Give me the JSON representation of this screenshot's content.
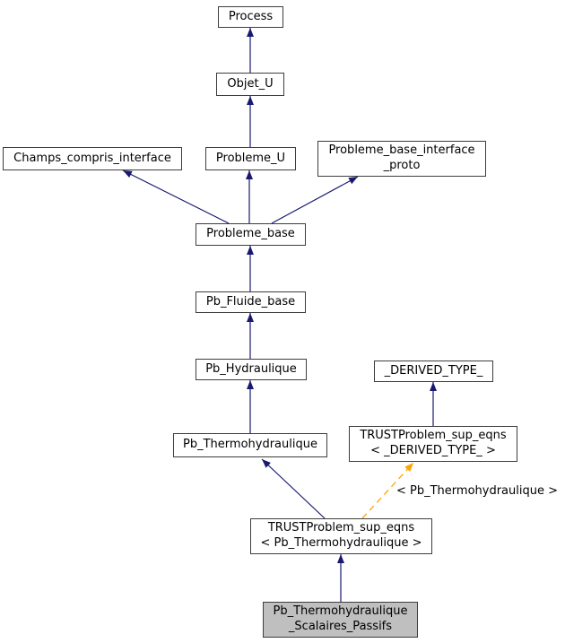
{
  "diagram": {
    "kind": "class-inheritance-graph",
    "colors": {
      "background": "#ffffff",
      "node_fill": "#ffffff",
      "node_border": "#3d3d3d",
      "highlight_node_fill": "#bfbfbf",
      "inherit_edge": "#191970",
      "template_edge": "#ffa500",
      "text": "#000000"
    },
    "edge_label": "< Pb_Thermohydraulique >",
    "nodes": [
      {
        "id": "process",
        "label": "Process"
      },
      {
        "id": "objet-u",
        "label": "Objet_U"
      },
      {
        "id": "champs-compris-interface",
        "label": "Champs_compris_interface"
      },
      {
        "id": "probleme-u",
        "label": "Probleme_U"
      },
      {
        "id": "probleme-base-interface-proto",
        "label": "Probleme_base_interface\n_proto"
      },
      {
        "id": "probleme-base",
        "label": "Probleme_base"
      },
      {
        "id": "pb-fluide-base",
        "label": "Pb_Fluide_base"
      },
      {
        "id": "pb-hydraulique",
        "label": "Pb_Hydraulique"
      },
      {
        "id": "pb-thermohydraulique",
        "label": "Pb_Thermohydraulique"
      },
      {
        "id": "derived-type",
        "label": "_DERIVED_TYPE_"
      },
      {
        "id": "trustproblem-sup-eqns-derived-type",
        "label": "TRUSTProblem_sup_eqns\n< _DERIVED_TYPE_ >"
      },
      {
        "id": "trustproblem-sup-eqns-pb-thermohydraulique",
        "label": "TRUSTProblem_sup_eqns\n< Pb_Thermohydraulique >"
      },
      {
        "id": "pb-thermohydraulique-scalaires-passifs",
        "label": "Pb_Thermohydraulique\n_Scalaires_Passifs"
      }
    ]
  }
}
